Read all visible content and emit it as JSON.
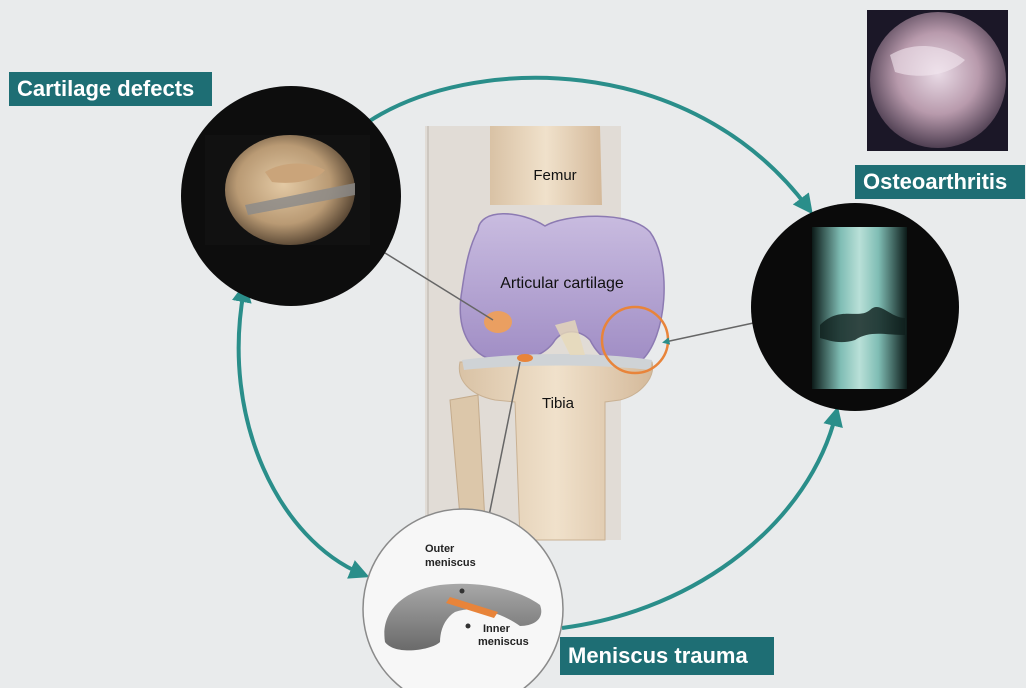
{
  "labels": {
    "cartilage_defects": "Cartilage defects",
    "osteoarthritis": "Osteoarthritis",
    "meniscus_trauma": "Meniscus trauma",
    "femur": "Femur",
    "articular_cartilage": "Articular cartilage",
    "tibia": "Tibia",
    "outer_meniscus_line1": "Outer",
    "outer_meniscus_line2": "meniscus",
    "inner_meniscus_line1": "Inner",
    "inner_meniscus_line2": "meniscus"
  },
  "colors": {
    "background": "#e9ebec",
    "label_bg": "#1e6e74",
    "cycle_arrow": "#2a8e8a",
    "highlight_orange": "#e8843a",
    "cartilage_purple": "#b8a8d4"
  }
}
